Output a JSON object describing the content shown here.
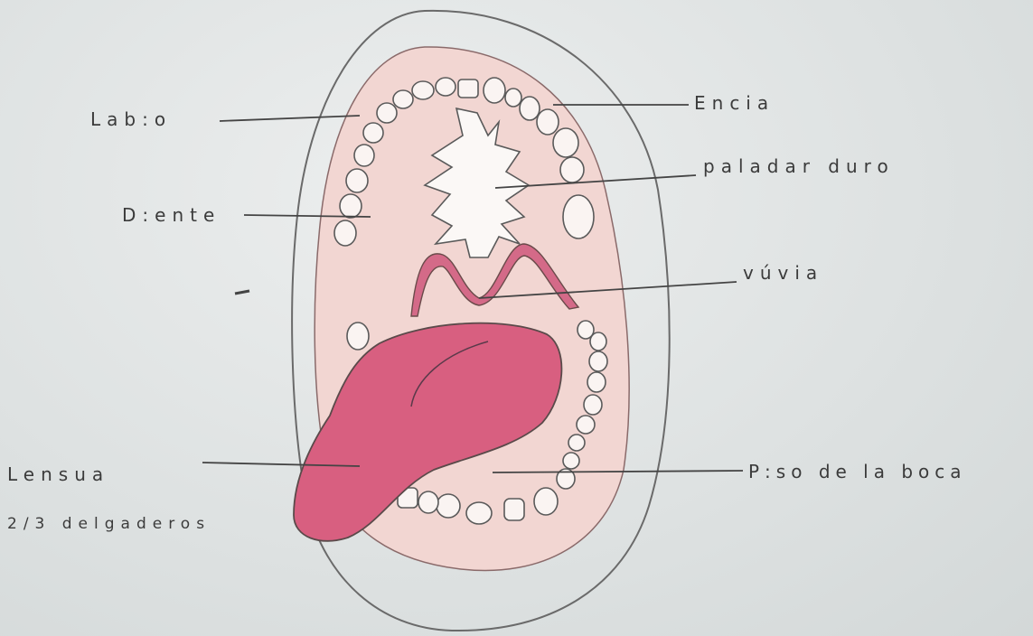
{
  "labels": {
    "labio": "Lab:o",
    "encia": "Encia",
    "paladar": "paladar duro",
    "diente": "D:ente",
    "uvula": "vúvia",
    "lengua": "Lensua",
    "lengua_note": "2/3 delgaderos",
    "piso": "P:so de la boca"
  },
  "colors": {
    "paper": "#dfe3e3",
    "mouth": "#f2d6d2",
    "tongue": "#d85f80",
    "pencil": "#555555"
  }
}
